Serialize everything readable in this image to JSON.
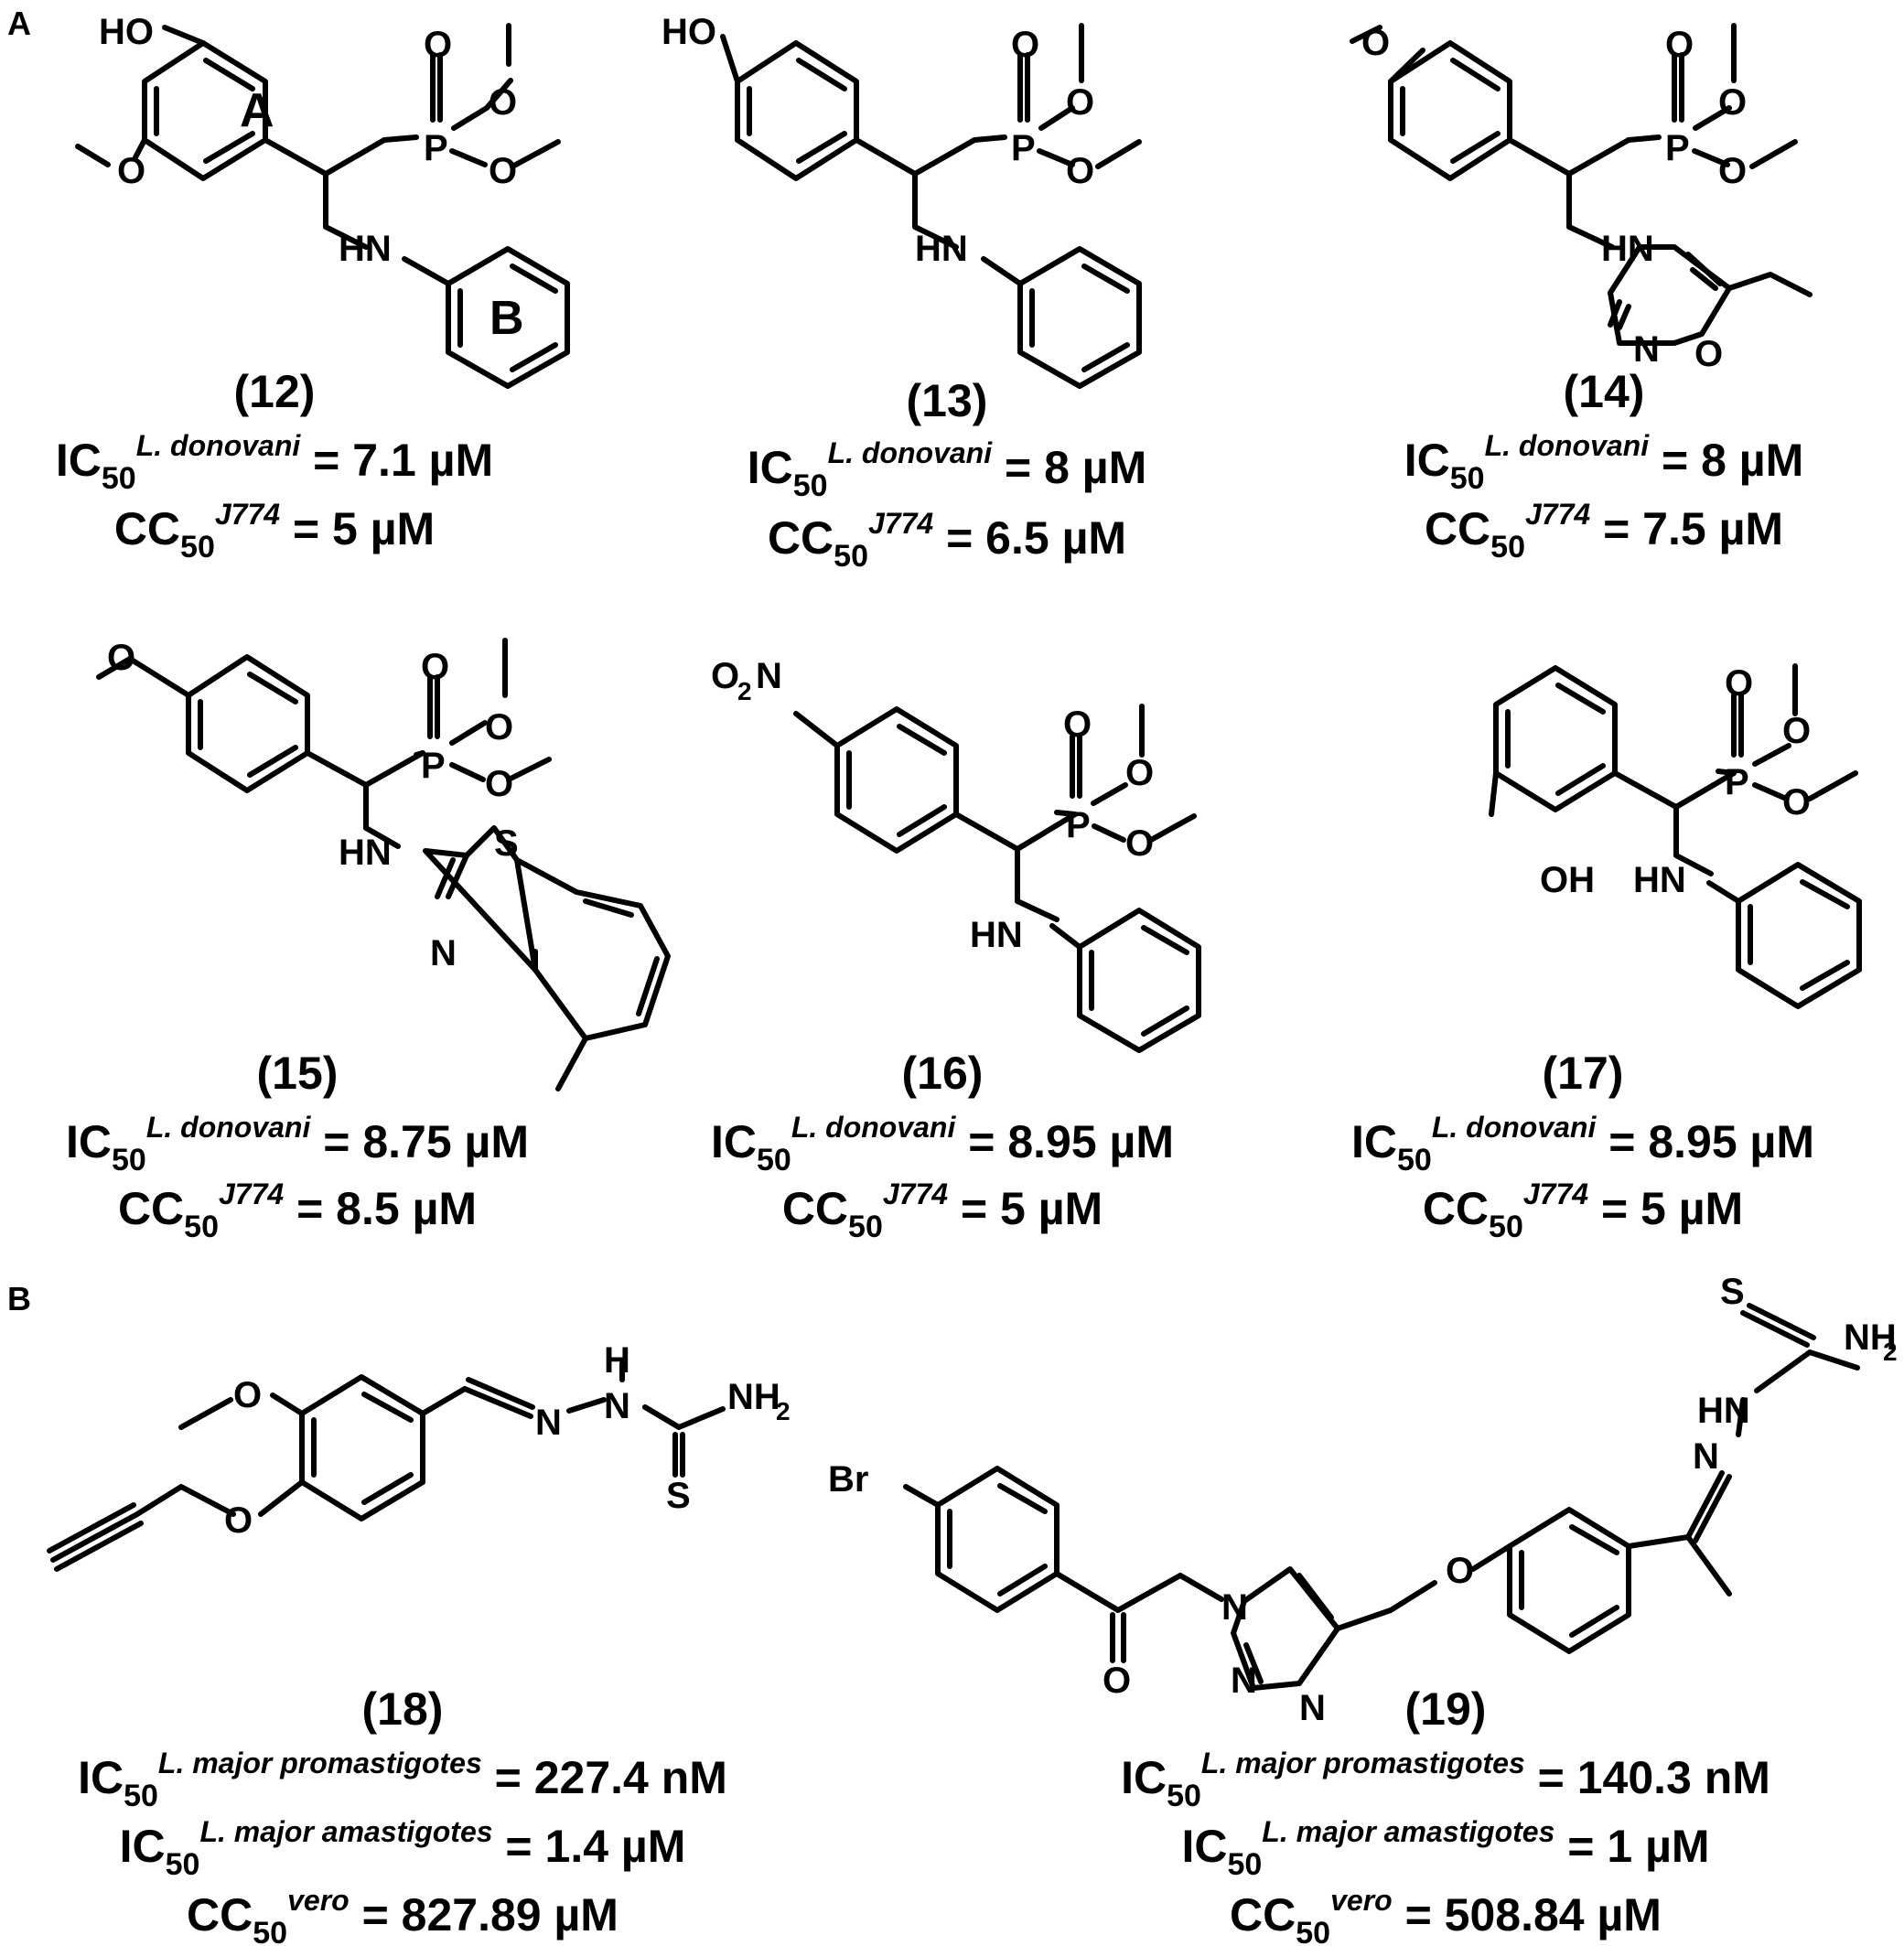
{
  "panels": {
    "a": "A",
    "b": "B"
  },
  "ring_labels": {
    "a": "A",
    "b": "B"
  },
  "compounds": [
    {
      "id": "(12)",
      "lines": [
        {
          "base": "IC",
          "sub": "50",
          "sup": "L. donovani",
          "value": " = 7.1 µM"
        },
        {
          "base": "CC",
          "sub": "50",
          "sup": "J774",
          "value": " = 5 µM"
        }
      ]
    },
    {
      "id": "(13)",
      "lines": [
        {
          "base": "IC",
          "sub": "50",
          "sup": "L. donovani",
          "value": " = 8 µM"
        },
        {
          "base": "CC",
          "sub": "50",
          "sup": "J774",
          "value": " = 6.5 µM"
        }
      ]
    },
    {
      "id": "(14)",
      "lines": [
        {
          "base": "IC",
          "sub": "50",
          "sup": "L. donovani",
          "value": " = 8 µM"
        },
        {
          "base": "CC",
          "sub": "50",
          "sup": "J774",
          "value": " = 7.5 µM"
        }
      ]
    },
    {
      "id": "(15)",
      "lines": [
        {
          "base": "IC",
          "sub": "50",
          "sup": "L. donovani",
          "value": " = 8.75 µM"
        },
        {
          "base": "CC",
          "sub": "50",
          "sup": "J774",
          "value": " = 8.5 µM"
        }
      ]
    },
    {
      "id": "(16)",
      "lines": [
        {
          "base": "IC",
          "sub": "50",
          "sup": "L. donovani",
          "value": " = 8.95 µM"
        },
        {
          "base": "CC",
          "sub": "50",
          "sup": "J774",
          "value": " = 5 µM"
        }
      ]
    },
    {
      "id": "(17)",
      "lines": [
        {
          "base": "IC",
          "sub": "50",
          "sup": "L. donovani",
          "value": " = 8.95 µM"
        },
        {
          "base": "CC",
          "sub": "50",
          "sup": "J774",
          "value": " = 5 µM"
        }
      ]
    },
    {
      "id": "(18)",
      "lines": [
        {
          "base": "IC",
          "sub": "50",
          "sup": "L. major promastigotes",
          "value": " = 227.4 nM"
        },
        {
          "base": "IC",
          "sub": "50",
          "sup": "L. major amastigotes",
          "value": " = 1.4 µM"
        },
        {
          "base": "CC",
          "sub": "50",
          "sup": "vero",
          "value": " = 827.89 µM"
        }
      ]
    },
    {
      "id": "(19)",
      "lines": [
        {
          "base": "IC",
          "sub": "50",
          "sup": "L. major promastigotes",
          "value": " = 140.3 nM"
        },
        {
          "base": "IC",
          "sub": "50",
          "sup": "L. major amastigotes",
          "value": " = 1 µM"
        },
        {
          "base": "CC",
          "sub": "50",
          "sup": "vero",
          "value": " = 508.84 µM"
        }
      ]
    }
  ],
  "atoms": {
    "HO": "HO",
    "OH": "OH",
    "O": "O",
    "P": "P",
    "HN": "HN",
    "N": "N",
    "S": "S",
    "H": "H",
    "Br": "Br",
    "NH": "NH",
    "two": "2",
    "O2N_O": "O",
    "O2N_N": "N"
  },
  "colors": {
    "ink": "#000000",
    "background": "#ffffff"
  }
}
